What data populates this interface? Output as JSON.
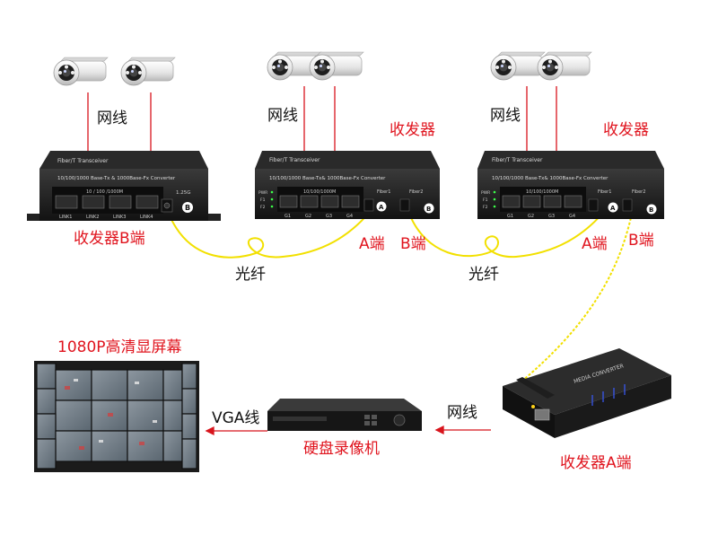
{
  "labels": {
    "cable_left": "网线",
    "cable_mid": "网线",
    "cable_right": "网线",
    "transceiver_mid": "收发器",
    "transceiver_right": "收发器",
    "transceiver_b_left": "收发器B端",
    "port_a_mid": "A端",
    "port_b_mid": "B端",
    "port_a_right": "A端",
    "port_b_right": "B端",
    "fiber_left": "光纤",
    "fiber_right": "光纤",
    "screen_title": "1080P高清显屏幕",
    "vga_cable": "VGA线",
    "nvr": "硬盘录像机",
    "cable_bottom": "网线",
    "transceiver_a_bottom": "收发器A端"
  },
  "device_text": {
    "switch_brand": "Fiber/T Transceiver",
    "switch_model": "10/100/1000 Base-Tx & 1000Base-Fx Converter",
    "switch_port_header": "10 / 100 /1000M",
    "switch_ports": [
      "LINK1",
      "LINK2",
      "LINK3",
      "LINK4"
    ],
    "switch_speed": "1.25G",
    "port_b_glyph": "B",
    "port_a_glyph": "A",
    "mid_brand": "Fiber/T Transceiver",
    "mid_model": "10/100/1000 Base-Tx& 1000Base-Fx Converter",
    "mid_port_header": "10/100/1000M",
    "mid_ports": [
      "G1",
      "G2",
      "G3",
      "G4"
    ],
    "fiber1": "Fiber1",
    "fiber2": "Fiber2",
    "leds": [
      "PWR",
      "F1",
      "F2"
    ],
    "media_converter": "MEDIA CONVERTER"
  },
  "colors": {
    "label_red": "#e0141e",
    "fiber_yellow": "#f2e000",
    "link_red": "#d8141c",
    "device_dark": "#1c1c1c"
  }
}
